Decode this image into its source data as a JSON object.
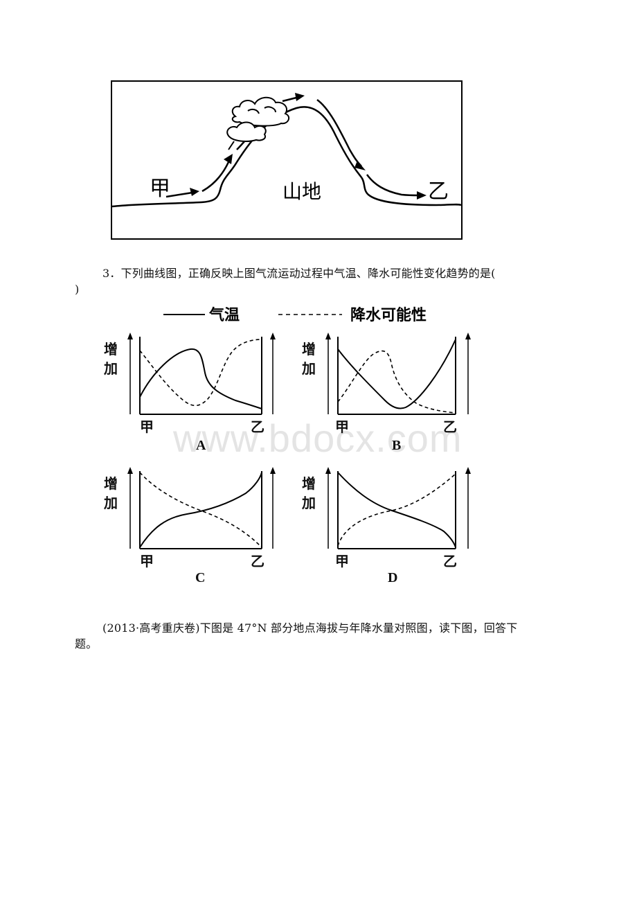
{
  "figure_top": {
    "label_start": "甲",
    "label_end": "乙",
    "label_mountain": "山地"
  },
  "question3": {
    "line1": "3．下列曲线图，正确反映上图气流运动过程中气温、降水可能性变化趋势的是(",
    "line2": ")"
  },
  "legend": {
    "solid_label": "气温",
    "dashed_label": "降水可能性"
  },
  "options": [
    {
      "letter": "A",
      "y_label_1": "增",
      "y_label_2": "加",
      "x_start": "甲",
      "x_end": "乙"
    },
    {
      "letter": "B",
      "y_label_1": "增",
      "y_label_2": "加",
      "x_start": "甲",
      "x_end": "乙"
    },
    {
      "letter": "C",
      "y_label_1": "增",
      "y_label_2": "加",
      "x_start": "甲",
      "x_end": "乙"
    },
    {
      "letter": "D",
      "y_label_1": "增",
      "y_label_2": "加",
      "x_start": "甲",
      "x_end": "乙"
    }
  ],
  "watermark": "www.bdocx.com",
  "next_intro": {
    "line1": "(2013·高考重庆卷)下图是 47°N 部分地点海拔与年降水量对照图，读下图，回答下",
    "line2": "题。"
  }
}
